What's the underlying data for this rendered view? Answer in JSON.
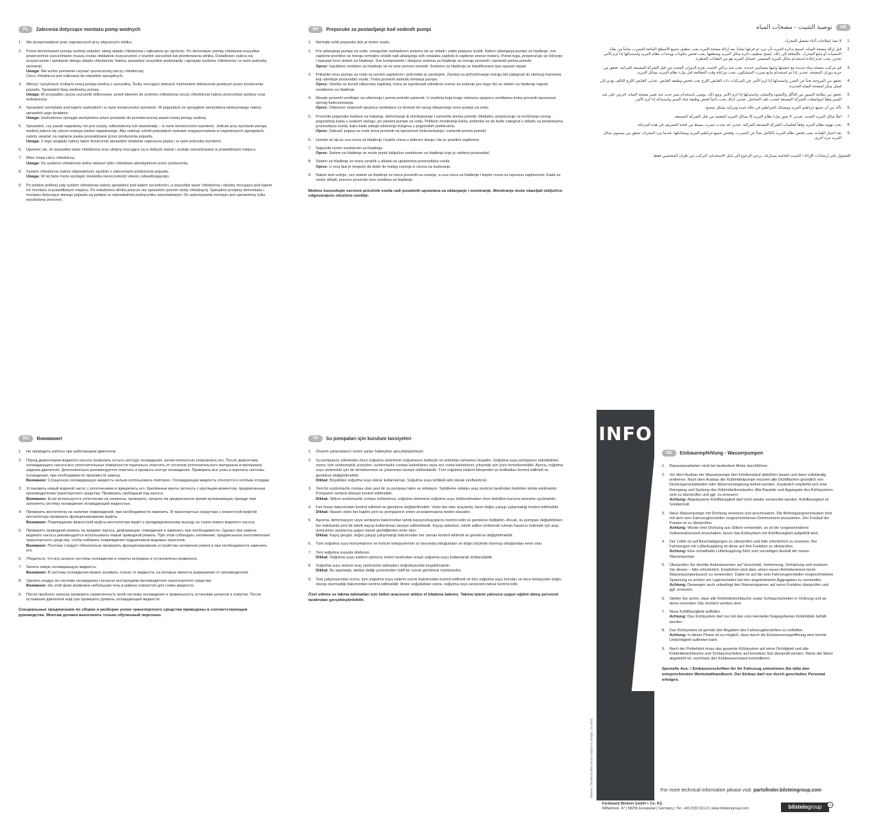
{
  "pl": {
    "code": "PL",
    "title": "Zalecenia dotyczące montażu pomp wodnych",
    "items": [
      {
        "num": "1.",
        "text": "Nie przeprowadzać prac naprawczych przy włączonym silniku."
      },
      {
        "num": "2.",
        "text": "Przed demontażem pompy wodnej ostudzić obieg układu chłodzenia i całkowicie go opróżnić. Po demontażu pompy chłodziwa wszystkie powierzchnie uszczelniane muszą zostać dokładnie oczyszczone z resztek uszczelek lub plombowania silnika. Dodatkowo zaleca się oczyszczenie i spłukanie obiegu układu chłodzenia. Należy sprawdzić wszystkie podzespoły i agregaty systemu chłodzenia i w razie potrzeby wymienić.",
        "warn_label": "Uwaga:",
        "warn_text": "Nie wolno ponownie używać spuszczonej cieczy chłodniczej.",
        "extra": "Ciecz chłodnicza jest zaliczana do odpadów specjalnych."
      },
      {
        "num": "3.",
        "text": "Włożyć i przykręcić śrubami nową pompę wodną z uszczelką. Śruby mocujące dokręcić momentem dokręcenia podanym przez producenta pojazdu. Sprawdzić bieg swobodny pompy.",
        "warn_label": "Uwaga:",
        "warn_text": "W przypadku użycia uszczelki silikonowej: przed włanem do systemu chłodzenia cieczy chłodniczej należy przeczekać podany czas wulkanizacji."
      },
      {
        "num": "4.",
        "text": "Sprawdzić wentylator pod kątem uszkodzeń i w razie konieczności wymienić. W pojazdach ze sprzęgłem wentylatora wiskozowego należy sprawdzić jego działanie.",
        "warn_label": "Uwaga:",
        "warn_text": "Uszkodzone sprzęgło wentylatora wisco prowadzi do przedwczesnej awarii nowej pompy wodnej."
      },
      {
        "num": "5.",
        "text": "Sprawdzić, czy pasek napędowy nie jest zużyty, odkształcony lub stwardniały – w razie konieczności wymienić. Jednak przy wymianie pompy wodnej zaleca się użycie nowego paska napędowego. Aby uniknąć szkód powstałych wskutek magazynowania w napędzanych agregatach, należy uważać na napięcie paska przewidziane przez producenta pojazdu.",
        "warn_label": "Uwaga:",
        "warn_text": "Z tego względu należy także koniecznie sprawdzić działanie napinacza paska i w razie potrzeby wymienić."
      },
      {
        "num": "6.",
        "text": "Upewnić się, że wszystkie węże chłodzenia oraz obejmy mocujące są w dobrym stanie i zostały zamontowane w prawidłowym miejscu."
      },
      {
        "num": "7.",
        "text": "Wlać nową ciecz chłodniczą.",
        "warn_label": "Uwaga:",
        "warn_text": "Do systemu chłodzenia wolno wlewać tylko chłodziwa udostępnione przez producenta."
      },
      {
        "num": "8.",
        "text": "System chłodzenia należy odpowietrzać zgodnie z zaleceniami producenta pojazdu.",
        "warn_label": "Uwaga:",
        "warn_text": "W tej fazie może wystąpić niewielka nieszczelność otworu odwadniającego."
      },
      {
        "num": "9.",
        "text": "Po jeździe próbnej cały system chłodzenia należy sprawdzić pod kątem szczelności, a wszystkie węże chłodzenia i obejmy mocujące pod kątem ich montażu w prawidłowym miejscu. Po ostudzeniu silnika jeszcze raz sprawdzić poziom wody chłodzącej. Specjalne przepisy demontażu i montażu dotyczące danego pojazdu są podane w odpowiednim podręczniku warsztatowym. Do wykonywania montażu jest uprawniony tylko wyszkolony personel."
      }
    ]
  },
  "sr": {
    "code": "SR",
    "title": "Preporuke za postavljanje kod vodenih pumpi",
    "items": [
      {
        "num": "1.",
        "text": "Nemojte vršiti popravke dok je motor uradu."
      },
      {
        "num": "2.",
        "text": "Pre uklanjanja pumpe za vodu, omogućite rashladnom sistemu da se ohladi i zatim potpuno isušiti. Nakon uklanjanja pumpe za hlađenje, sve zaptivne površine se moraju temeljno očistiti radi uklanjanja svih ostataka zaptivki ili zaptivne smese motora. Pored toga, preporučuje se čišćenje i ispiranje kroz sistem za hlađenje. Sve komponente i sklopovi sistema za hlađenje se moraju proveriti i zameniti prema potrebi",
        "warn_label": "Oprez:",
        "warn_text": "Ispušteno sredstvo za hlađenje se ne sme ponovo koristiti. Sredstvo za hlađenje se klasifikovano kao opasan otpad."
      },
      {
        "num": "3.",
        "text": "Prikačite novu pumpu za vodu sa novom zaptivkom i pričvrstite je zavrtnjem. Zavrtnji za pričvršćivanje moraju biti zategnuti do obrtnog momenta koji određuje proizvođač vozila. Treba proveriti slobodu kretanja pumpe.",
        "warn_label": "Oprez:",
        "warn_text": "Ukoliko se koristi silikonska zaptivka, mora se ispoštovati određeno vreme za sušenje pre nego što se sistem za hlađenje napuni sredstvom za hlađenje."
      },
      {
        "num": "4.",
        "text": "Morate proveriti ventilator na oštećenja i preme potrebi zameniti. U vozilima koja imaju viskoznu spojnicu ventilatora treba proveriti ispravnost njenog funkcionisanja.",
        "warn_label": "Oprez:",
        "warn_text": "Oštećene viskoznih spojnica ventilatora će dovesti do ranog otkazivanja nove pumpe za vodu."
      },
      {
        "num": "5.",
        "text": "Proverite pogonske kaiševe na habanje, deformacije ili otvrdnjavanje i zamenite prema potrebi. Međutim, preporučuje se korišćenje novog pogonskog kaiša u svakom slučaju, pri zameni pumpe za vodu. Prilikom montiranja kaiša, pobrinite se da bude zategnut u skladu sa postavkama proizvođača vozila, kako biste izbegli oštećenja ležajeva u pogonskim jedinicama.",
        "warn_label": "Oprez:",
        "warn_text": "Zatezač pojasa se uvek mora proveriti na ispravnost funkcionisanja i zameniti prema potrebi."
      },
      {
        "num": "6.",
        "text": "Uverite se da su sva creva za hlađenje i kopče creva u dobrom stanju i da su pravilno zaptivene."
      },
      {
        "num": "7.",
        "text": "Napunite novim sredstvom za hlađenje.",
        "warn_label": "Oprez:",
        "warn_text": "Sistem za hlađenje se može puniti isključivo sredstvom za hlađenje koje je odobrio proizvođač."
      },
      {
        "num": "8.",
        "text": "Sistem za hlađenje se mora ozračiti u skladu sa uputstvima proizvođača vozila.",
        "warn_label": "Oprez:",
        "warn_text": "U ovoj fazi je moguće da dođe do malog curenja iz otvora za isušivanje."
      },
      {
        "num": "9.",
        "text": "Nakon test vožnje, ceo sistem za hlađenje se mora proveriti na curenje, a sva creva za hlađenje i kopče creva na ispravnu zaptivenost. Kada se motor ohladi, ponovo proverite nivo sredstva za hlađenje."
      }
    ],
    "note": "Molimo konsultujte servisni priručnik vozila radi posebnih uputstava za uklanjanje i montiranje. Montiranje može obavljati isključivo odgovarajuće obučeno osoblje."
  },
  "ar": {
    "code": "AR",
    "title": "توصية التثبيت - مضخات المياه",
    "items": [
      {
        "num": ".1",
        "text": "لا تنفذ إصلاحات أثناء تشغيل المحرك."
      },
      {
        "num": ".2",
        "text": "قبل إزالة مضخة المياه، اسمح بدائرة التبريد بأن تبرد ثم فرغها تماماً. بعد إزالة مضخة التبريد يجب تنظيف جميع الأسطح المانعة للتسرب تماماً من بقايا الحشيات أو مانع المحرك. بالإضافة إلى ذلك، يُنصح بتنظيف دائرة سائل التبريد وشطفها. يجب فحص مكونات ووحدات نظام التبريد واستبدالها إذا لزم الأمر. تحذير: يجب عدم إعادة استخدام سائل التبريد المصفى. فسائل التبريد هو من النفايات الخطرة."
      },
      {
        "num": ".3",
        "text": "قم بتركيب مضخة مياه جديدة مع حشيتها وثبتها بمسامير جديدة. يجب شد براغي التثبيت بعزم الدوران المحدد من قبل الشركة المصنعة للمركبة. تحقق من حرية دوران المضخة. تحذير: إذا تم استخدام مانع تسرب السيليكون، يجب مراعاة وقت المعالجة قبل ملء نظام التبريد بسائل التبريد."
      },
      {
        "num": ".4",
        "text": "تحقق من المروحة بحثاً عن الضرر واستبدلها إذا لزم الأمر. في المركبات ذات القابض اللزج يجب فحص وظيفة القابض. تحذير: القابض اللزج التالف يؤدي إلى فشل مبكر لمضخة المياه الجديدة."
      },
      {
        "num": ".5",
        "text": "تحقق من سلامة السيور من التآكل والتشوه والتصلب واستبدلها إذا لزم الأمر. ومع ذلك، يوصى باستخدام سير جديد عند تغيير مضخة المياه. احرص على شد السير وفقاً لمواصفات الشركة المصنعة لتجنب تلف المحامل. تحذير: لذلك يجب دائماً فحص وظيفة شاد السير واستبداله إذا لزم الأمر."
      },
      {
        "num": ".6",
        "text": "تأكد من أن جميع خراطيم التبريد ومشابك الخراطيم في حالة جيدة ومركبة بشكل صحيح."
      },
      {
        "num": ".7",
        "text": "املأ سائل التبريد الجديد. تحذير: لا يجوز ملء نظام التبريد إلا بسائل التبريد المعتمد من قبل الشركة المصنعة."
      },
      {
        "num": ".8",
        "text": "يجب تهوية نظام التبريد وفقاً لتعليمات الشركة المصنعة للمركبة. تحذير: قد يحدث تسرب بسيط من فتحة التصريف في هذه المرحلة."
      },
      {
        "num": ".9",
        "text": "بعد اختبار القيادة، يجب فحص نظام التبريد بالكامل بحثاً عن التسرب، وفحص جميع خراطيم التبريد ومشابكها. عندما يبرد المحرك، تحقق من مستوى سائل التبريد مرة أخرى."
      }
    ],
    "note": "للحصول على إرشادات الإزالة / التثبيت الخاصة بسيارتك، يرجى الرجوع إلى دليل الاستخدام. التركيب من طرف المختصين فقط."
  },
  "ru": {
    "code": "RU",
    "title": "Внимание!",
    "items": [
      {
        "num": "1.",
        "text": "Не проводить работы при работающем двигателе."
      },
      {
        "num": "2.",
        "text": "Перед демонтажем водяного насоса позволить остыть контуру охлаждения, затем полностью опорожнить его. После демонтажа охлаждающего насоса все уплотнительные поверхности тщательно очистить от остатков уплотнительного материала и материала заделки двигателя. Дополнительно рекомендуется очистить и промыть контур охлаждения. Проверить все узлы и агрегаты системы охлаждения, при необходимости произвести замену.",
        "warn_label": "Внимание:",
        "warn_text": "Слущенную охлаждающую жидкость нельзя использовать повторно. Охлаждающая жидкость относится к особым отходам."
      },
      {
        "num": "3.",
        "text": "Установить новый водяной насос с уплотнением и прикрепить его. Крепёжные винты затянуть с крутящим моментом, предписанным производителем транспортного средства. Проверить свободный ход насоса.",
        "warn_label": "Внимание:",
        "warn_text": "Если используется уплотнение из силикона, проверить, прошло ли предписанное время вулканизации, прежде чем заполнять систему охлаждения охлаждающей жидкостью."
      },
      {
        "num": "4.",
        "text": "Проверить вентилятор на наличие повреждений, при необходимости заменить. В транспортных средствах с вязкостной муфтой вентилятора проверить функционирование муфты.",
        "warn_label": "Внимание:",
        "warn_text": "Повреждение вязкостной муфты вентилятора ведёт к преждевременному выходу из строя нового водяного насоса."
      },
      {
        "num": "5.",
        "text": "Проверить приводной ремень на предмет износа, деформации, отвердения и заменить при необходимости. Однако при замене водяного насоса рекомендуется использовать новый приводной ремень. При этом соблюдать натяжение, предписанное изготовителем транспортного средства, чтобы избежать повреждения подшипников ведомых агрегатов.",
        "warn_label": "Внимание:",
        "warn_text": "Поэтому следует обязательно проверить функционирование устройства натяжения ремня и при необходимости заменить его."
      },
      {
        "num": "6.",
        "text": "Убедиться, что все шланги системы охлаждения и хомуты исправны и установлены правильно."
      },
      {
        "num": "7.",
        "text": "Залить новую охлаждающую жидкость.",
        "warn_label": "Внимание:",
        "warn_text": "В систему охлаждения можно заливать только те жидкости, на которые имеется разрешение от производителя."
      },
      {
        "num": "8.",
        "text": "Удалить воздух из системы охлаждения согласно инструкциям производителя транспортного средства.",
        "warn_label": "Внимание:",
        "warn_text": "На этой фазе возможна небольшая течь в районе отверстия для слива жидкости."
      },
      {
        "num": "9.",
        "text": "После пробного запуска проверить герметичность всей системы охлаждения и правильность установки шлангов и хомутов. После остывания двигателя ещё раз проверить уровень охлаждающей жидкости."
      }
    ],
    "note": "Специальные предписания по сборке и разборке узлов транспортного средства приведены в соответствующем руководстве. Монтаж должен выполнять только обученный персонал."
  },
  "tr": {
    "code": "TR",
    "title": "Su pompaları için kurulum tavsiyeleri",
    "items": [
      {
        "num": "1.",
        "text": "Onarım çalışmalarını motor çalışır haldeyken gerçekleştirmeyin."
      },
      {
        "num": "2.",
        "text": "Su pompasını sökmeden önce soğutma sisteminin soğumasını bekleyin ve ardından tamamen boşaltın. Soğutma suyu pompasını söküldükten sonra, tüm sızdırmazlık yüzeyleri, sızdırmazlık contası kalıntılarını veya sıvı conta kalıntılarını çıkarmak için iyice temizlenmelidir. Ayrıca, soğutma suyu sisteminin için de temizlenmesi ve yıkanması tavsiye edilmektedir. Tüm soğutma sistemi bileşenleri ve tertibatları kontrol edilmeli ve gerekirse değiştirilmelidir.",
        "warn_label": "Dikkat:",
        "warn_text": "Boşaltılan soğutma suyu tekrar kullanılamaz. Soğutma suyu tehlikeli atık olarak sınıflandırılır."
      },
      {
        "num": "3.",
        "text": "Yeni bir sızdırmazlık contası olan yeni bir su pompası takın ve vidalayın. Sabitleme vidaları araç üreticisi tarafından belirtilen torkta sıkılmalıdır. Pompanın serbest dönüşü kontrol edilmelidir.",
        "warn_label": "Dikkat:",
        "warn_text": "Silikon sızdırmazlık contası kullanılırsa, soğutma sistemine soğutma suyu doldurulmadan önce belirtilen kuruma süresine uyulmalıdır."
      },
      {
        "num": "4.",
        "text": "Fan hasar bakımından kontrol edilmeli ve gerekirse değiştirilmelidir. Visko fan olan araçlarda, fanın doğru çalışıp çalışmadığı kontrol edilmelidir.",
        "warn_label": "Dikkat:",
        "warn_text": "Hasarlı visko fan kaplini yeni su pompasının erken arızalanmasına neden olacaktır."
      },
      {
        "num": "5.",
        "text": "Aşınma, deformasyon veya sertleşme bakımından tahrik kayışını/kayışlarını kontrol edin ve gerekirse değiştirin. Ancak, su pompası değiştirilirken her halükarda yeni bir tahrik kayışı kullanılması tavsiye edilmektedir. Kayışı takarken, tahrik edilen ünitelerde rulman hasarını önlemek için araç üreticisinin ayarlarına uygun olarak gerildiğinden emin olun.",
        "warn_label": "Dikkat:",
        "warn_text": "Kayış gergisi, doğru çalışıp çalışmadığı bakımından her zaman kontrol edilmeli ve gerekirse değiştirilmelidir."
      },
      {
        "num": "6.",
        "text": "Tüm soğutma suyu hortumlarının ve hortum kelepçelerinin iyi durumda olduğundan ve doğru biçimde oturmuş olduğundan emin olun."
      },
      {
        "num": "7.",
        "text": "Yeni soğutma suyuyla doldurun.",
        "warn_label": "Dikkat:",
        "warn_text": "Soğutma suyu sistemi yalnızca üretici tarafından onaylı soğutma suyu kullanılarak doldurulabilir."
      },
      {
        "num": "8.",
        "text": "Soğutma suyu sistemi araç üreticisinin talimatları doğrultusunda boşaltılmalıdır.",
        "warn_label": "Dikkat:",
        "warn_text": "Bu aşamada, tahliye deliği çevresinden hafif bir sızıntı görülmesi mümkündür."
      },
      {
        "num": "9.",
        "text": "Test çalışmasından sonra, tüm soğutma suyu sistemi sızıntı bakımından kontrol edilmeli ve tüm soğutma suyu boruları ve boru kelepçeleri doğru oturup oturmadığı bakımından kontrol edilmelidir. Motor soğuduktan sonra, soğutma suyu seviyesini tekrar kontrol edin."
      }
    ],
    "note": "Özel sökme ve takma talimatları için lütfen aracınızın atölye el kitabına bakınız. Takma işlemi yalnızca uygun eğitim almış personel tarafından gerçekleştirilebilir."
  },
  "de": {
    "code": "DE",
    "title": "Einbauempfehlung - Wasserpumpen",
    "items": [
      {
        "num": "1.",
        "text": "Reparaturarbeiten nicht bei laufendem Motor durchführen."
      },
      {
        "num": "2.",
        "text": "Vor dem Ausbau der Wasserpumpe den Kühlkreislauf abkühlen lassen und dann vollständig entleeren. Nach dem Ausbau der Kühlmittelpumpe müssen alle Dichtflächen gründlich von Dichtungsrückständen oder Motorversiegelung befreit werden. Zusätzlich empfiehlt sich eine Reinigung und Spülung des Kühlmittelkreislaufes. Alle Bauteile und Aggregate des Kühlsystems sind zu überprüfen und ggf. zu erneuern.",
        "warn_label": "Achtung:",
        "warn_text": "Abgelassene Kühlflüssigkeit darf nicht wieder verwendet werden. Kühlflüssigkeit ist Sondermüll."
      },
      {
        "num": "3.",
        "text": "Neue Wasserpumpe mit Dichtung ansetzen und anschrauben. Die Befestigungsschrauben sind mit dem vom Fahrzeughersteller vorgeschriebenen Drehmoment anzuziehen. Der Freilauf der Pumpe ist zu überprüfen.",
        "warn_label": "Achtung:",
        "warn_text": "Wurde eine Dichtung aus Silikon verwendet, so ist die vorgeschriebene Vulkanisationszeit einzuhalten, bevor das Kühlsystem mit Kühlflüssigkeit aufgefüllt wird."
      },
      {
        "num": "4.",
        "text": "Der Lüfter ist auf Beschädigungen zu überprüfen und falls erforderlich zu ersetzen. Bei Fahrzeugen mit Lüfterkupplung ist diese auf ihre Funktion zu überprüfen.",
        "warn_label": "Achtung:",
        "warn_text": "Eine schadhafte Lüfterkupplung führt zum vorzeitigen Ausfall der neuen Wasserpumpe."
      },
      {
        "num": "5.",
        "text": "Überprüfen Sie den/die Antriebsriemen auf Verschleiß, Verformung, Verhärtung und ersetzen Sie diesen – falls erforderlich. Empfohlen wird aber, einen neuen Antriebsriemen beim Wasserpumpentausch zu verwenden. Dabei ist auf die vom Fahrzeughersteller vorgeschriebene Spannung zu achten um Lagerschäden bei den angetriebenen Aggregaten zu vermeiden.",
        "warn_label": "Achtung:",
        "warn_text": "Deswegen auch unbedingt den Riemenspanner auf seine Funktion überprüfen und ggf. erneuern."
      },
      {
        "num": "6.",
        "text": "Stellen Sie sicher, dass alle Kühlmittelschläuche sowie Schlauchschellen in Ordnung und an deren korrekten Sitz montiert worden sind."
      },
      {
        "num": "7.",
        "text": "Neue Kühlflüssigkeit auffüllen.",
        "warn_label": "Achtung:",
        "warn_text": "Das Kühlsystem darf nur mit den vom Hersteller freigegebenen Kühlmitteln befüllt werden."
      },
      {
        "num": "8.",
        "text": "Das Kühlsystem ist gemäß den Angaben des Fahrzeugherstellers zu entlüften.",
        "warn_label": "Achtung:",
        "warn_text": "In dieser Phase ist es möglich, dass durch die Entwässerungsöffnung eine leichte Undichtigkeit auftreten kann."
      },
      {
        "num": "9.",
        "text": "Nach der Probefahrt muss das gesamte Kühlsystem auf seine Dichtigkeit und alle Kühlmittelschläuche und Schlauchschellen auf korrekten Sitz überprüft werden. Wenn der Motor abgekühlt ist, nochmals den Kühlwasserstand kontrollieren."
      }
    ],
    "note": "Spezielle Aus- / Einbauvorschriften für Ihr Fahrzeug entnehmen Sie bitte den entsprechenden Werkstatthandbuch. Der Einbau darf nur durch geschultes Personal erfolgen."
  },
  "info": {
    "label": "INFO",
    "vertical_note": "Bilstein | Technical data can be subject to change | 10-2022"
  },
  "footer": {
    "more_info_prefix": "For more technical information please visit:",
    "more_info_link": "partsfinder.bilsteingroup.com",
    "company_name": "Ferdinand Bilstein GmbH + Co. KG",
    "company_address": "Wilhelmstr. 47 | 58256 Ennepetal | Germany | Tel. +49 2333 911-0 | www.bilsteingroup.com",
    "logo_bold": "bilstein",
    "logo_light": "group",
    "logo_mark": "®"
  }
}
